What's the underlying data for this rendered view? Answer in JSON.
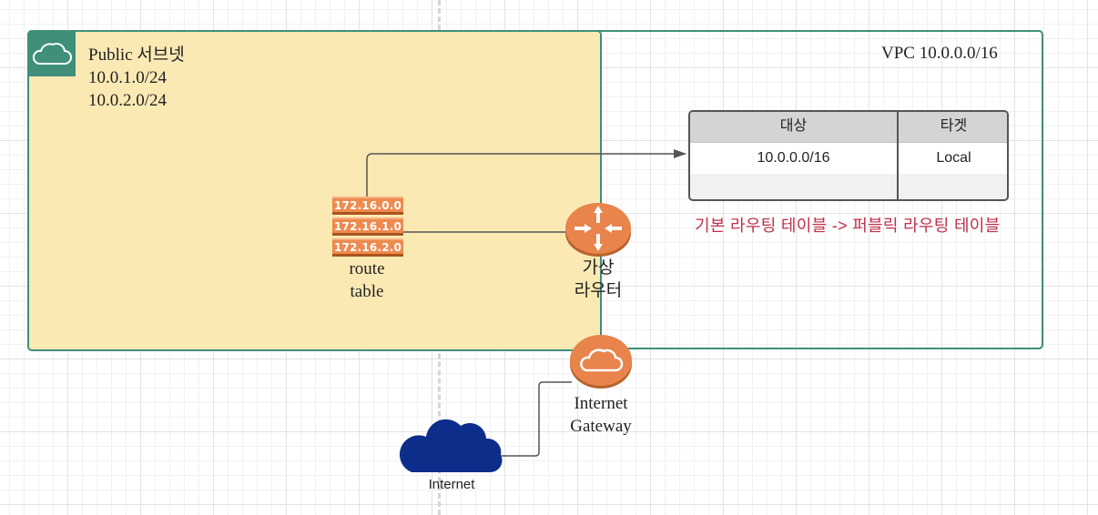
{
  "subnet": {
    "title": "Public 서브넷",
    "cidr1": "10.0.1.0/24",
    "cidr2": "10.0.2.0/24"
  },
  "vpc": {
    "label": "VPC 10.0.0.0/16"
  },
  "route_table_box": {
    "headers": [
      "대상",
      "타겟"
    ],
    "rows": [
      [
        "10.0.0.0/16",
        "Local"
      ],
      [
        "",
        ""
      ]
    ]
  },
  "caption": "기본 라우팅 테이블 -> 퍼블릭 라우팅 테이블",
  "route_table_icon": {
    "entries": [
      "172.16.0.0",
      "172.16.1.0",
      "172.16.2.0"
    ],
    "label_line1": "route",
    "label_line2": "table"
  },
  "router": {
    "label_line1": "가상",
    "label_line2": "라우터",
    "icon": "router-icon"
  },
  "gateway": {
    "label_line1": "Internet",
    "label_line2": "Gateway",
    "icon": "cloud-icon"
  },
  "internet": {
    "label": "Internet",
    "icon": "cloud-icon"
  },
  "colors": {
    "subnet_fill": "#fbe9b4",
    "vpc_border": "#3f8f7a",
    "aws_orange": "#e8844c",
    "internet_blue": "#0d2d8a",
    "caption_red": "#c0304a"
  }
}
